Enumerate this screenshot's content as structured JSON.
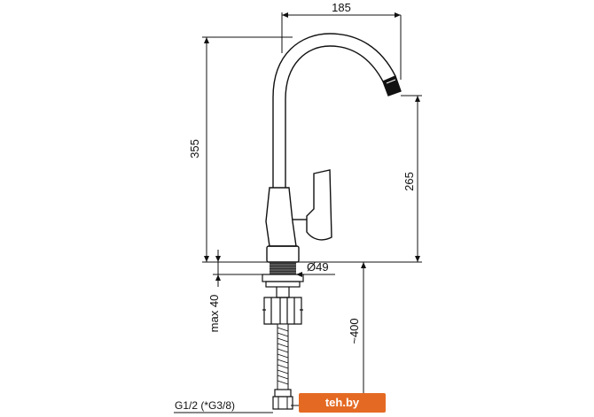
{
  "dimensions": {
    "spout_reach": "185",
    "total_height": "355",
    "spout_height": "265",
    "base_diameter": "Ø49",
    "max_countertop": "max 40",
    "hose_length": "~400",
    "thread": "G1/2 (*G3/8)"
  },
  "watermark": {
    "text": "teh.by",
    "color": "#e46a23"
  }
}
